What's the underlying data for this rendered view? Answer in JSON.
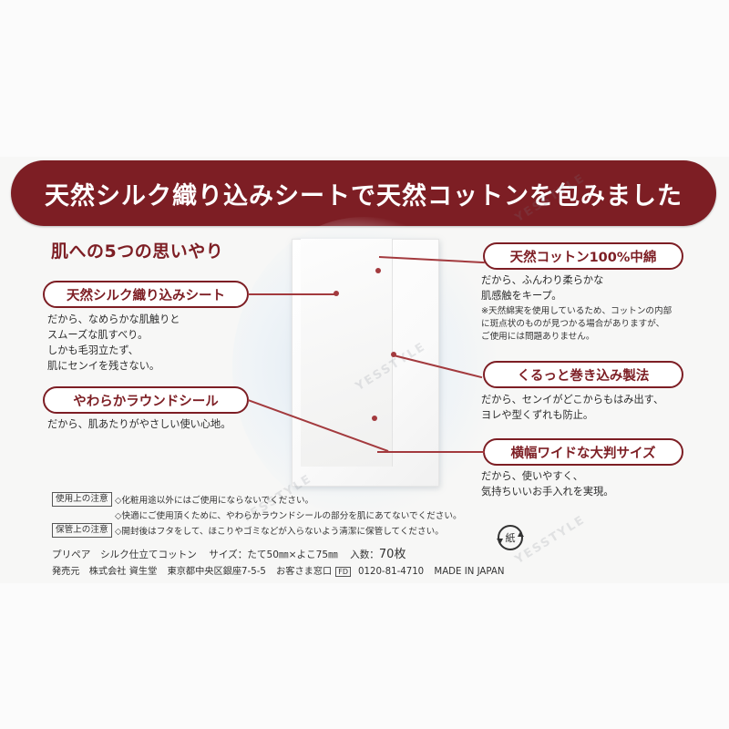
{
  "banner": "天然シルク織り込みシートで天然コットンを包みました",
  "headline": "肌への5つの思いやり",
  "features": {
    "silk_sheet": {
      "title": "天然シルク織り込みシート",
      "text": "だから、なめらかな肌触りと\nスムーズな肌すべり。\nしかも毛羽立たず、\n肌にセンイを残さない。"
    },
    "round_seal": {
      "title": "やわらかラウンドシール",
      "text": "だから、肌あたりがやさしい使い心地。"
    },
    "cotton": {
      "title": "天然コットン100%中綿",
      "text": "だから、ふんわり柔らかな\n肌感触をキープ。",
      "note": "※天然綿実を使用しているため、コットンの内部\nに斑点状のものが見つかる場合がありますが、\nご使用には問題ありません。"
    },
    "rolled": {
      "title": "くるっと巻き込み製法",
      "text": "だから、センイがどこからもはみ出す、\nヨレや型くずれも防止。"
    },
    "wide": {
      "title": "横幅ワイドな大判サイズ",
      "text": "だから、使いやすく、\n気持ちいいお手入れを実現。"
    }
  },
  "usage": {
    "label": "使用上の注意",
    "line1": "◇化粧用途以外にはご使用にならないでください。",
    "line2": "◇快適にご使用頂くために、やわらかラウンドシールの部分を肌にあてないでください。"
  },
  "storage": {
    "label": "保管上の注意",
    "line1": "◇開封後はフタをして、ほこりやゴミなどが入らないよう清潔に保管してください。"
  },
  "product": {
    "name": "プリペア　シルク仕立てコットン",
    "size": "サイズ：たて50㎜×よこ75㎜",
    "count_label": "入数：",
    "count": "70枚"
  },
  "maker": {
    "seller": "発売元　株式会社 資生堂",
    "address": "東京都中央区銀座7-5-5",
    "contact": "お客さま窓口",
    "freedial": "FD",
    "phone": "0120-81-4710",
    "origin": "MADE IN JAPAN"
  },
  "recycle_mark": "紙",
  "watermark": "YESSTYLE",
  "colors": {
    "accent": "#7d1e24",
    "line": "#a33a3e"
  }
}
